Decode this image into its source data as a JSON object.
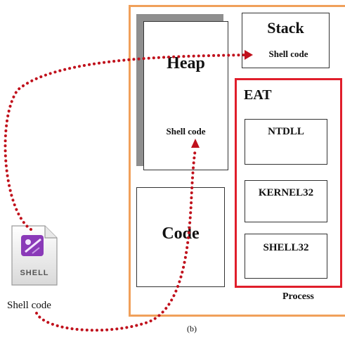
{
  "labels": {
    "heap": "Heap",
    "heap_shellcode": "Shell code",
    "stack": "Stack",
    "stack_shellcode": "Shell code",
    "code": "Code",
    "eat": "EAT",
    "ntdll": "NTDLL",
    "kernel32": "KERNEL32",
    "shell32": "SHELL32",
    "process": "Process",
    "file_icon_text": "SHELL",
    "file_caption": "Shell code",
    "figure_label": "(b)"
  },
  "colors": {
    "process_border": "#f0a05a",
    "eat_border": "#e01e2b",
    "arrow": "#c0111c",
    "file_icon_accent": "#8a3ab8"
  }
}
